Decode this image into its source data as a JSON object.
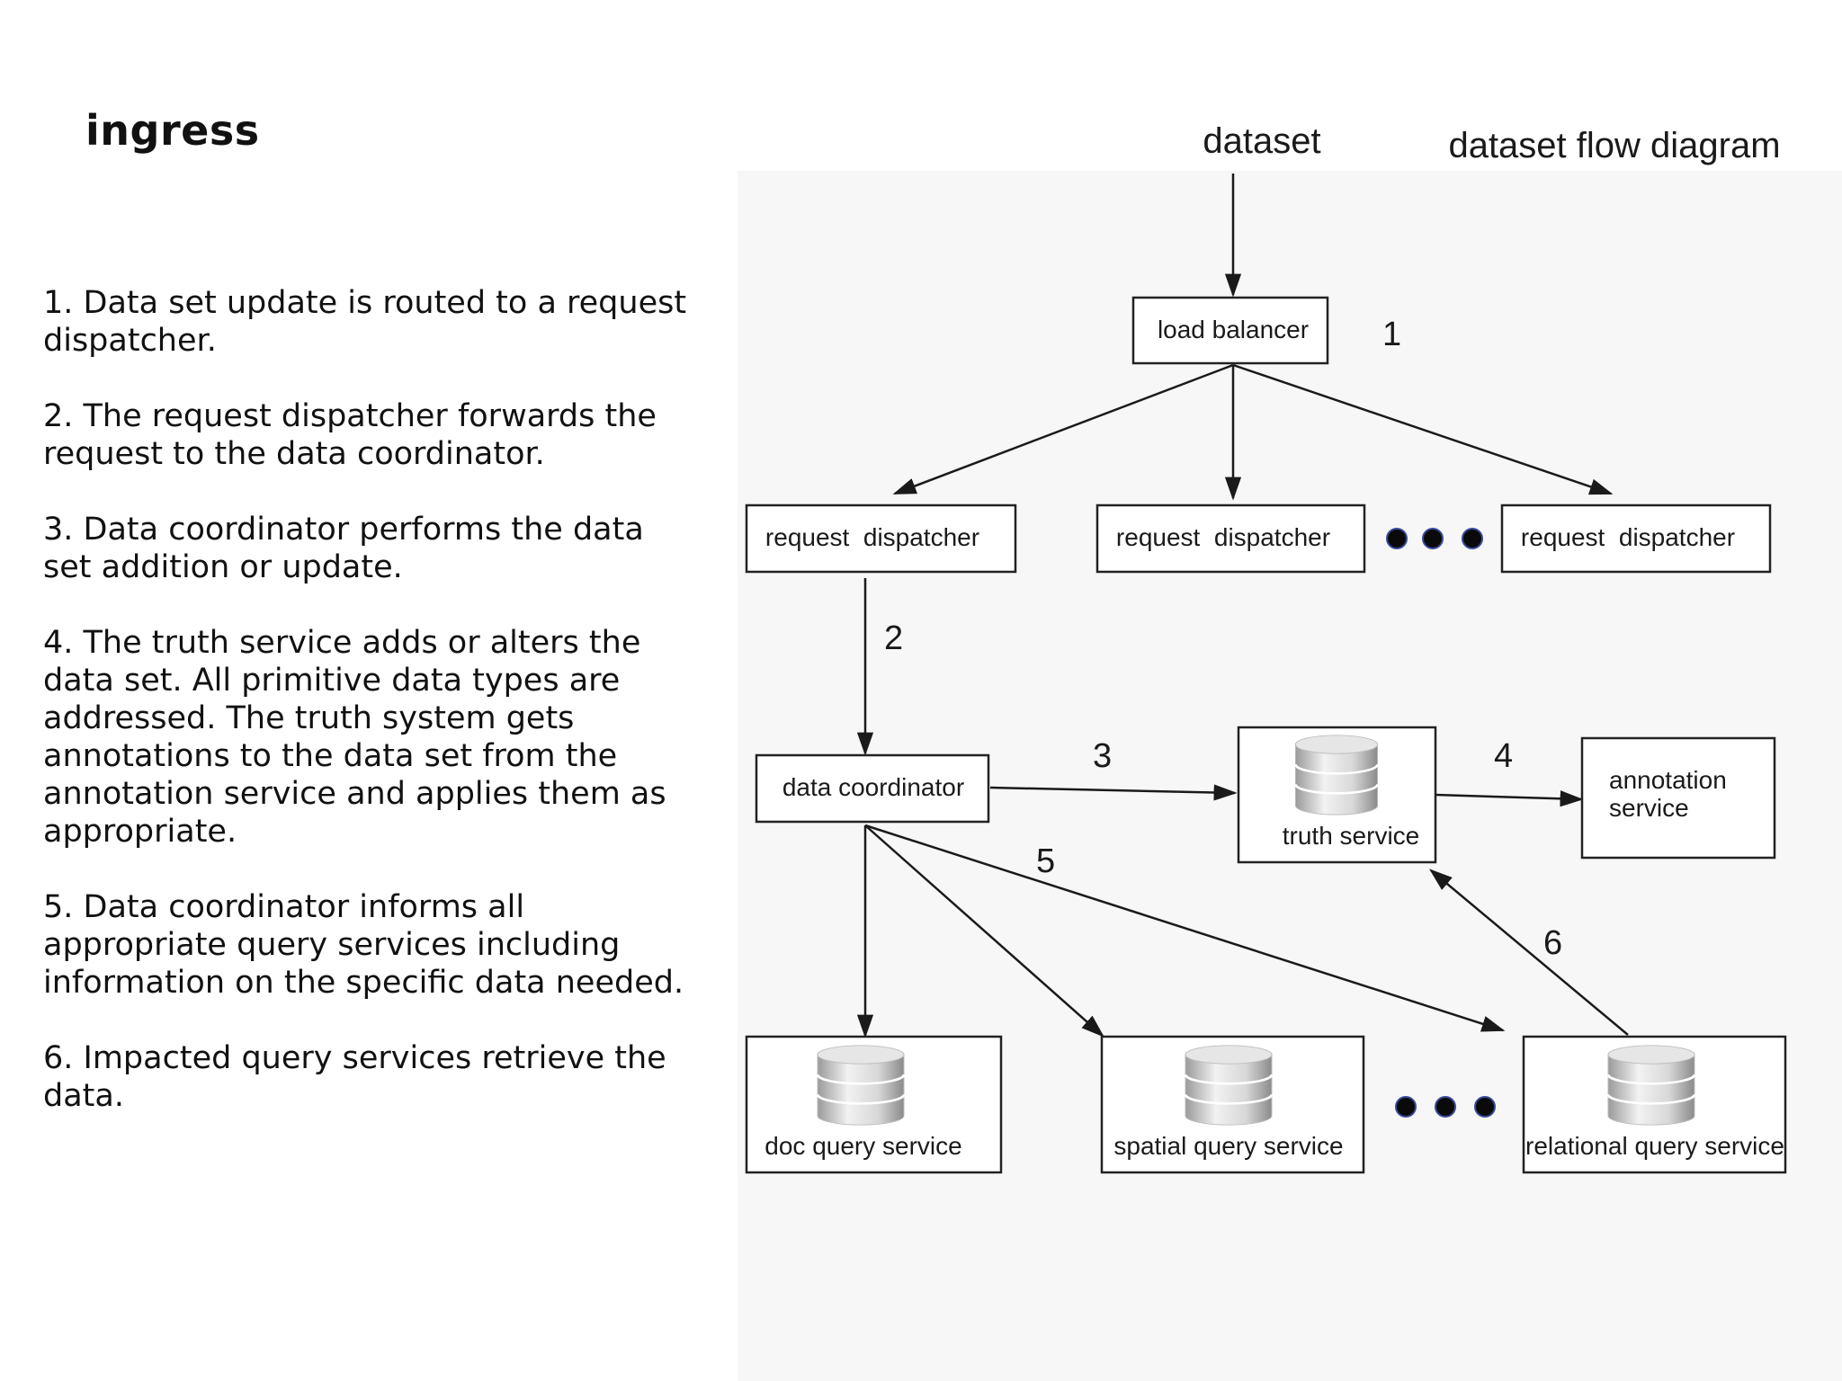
{
  "slide": {
    "title": "ingress",
    "steps": [
      "1. Data set update is routed to a request dispatcher.",
      "2. The request dispatcher forwards the request to the data coordinator.",
      "3. Data coordinator performs the data set addition or update.",
      "4. The truth service adds or alters the data set. All primitive data types are addressed. The truth system gets annotations to the data set from the annotation service and applies them as appropriate.",
      "5. Data coordinator informs all appropriate query services including information on the specific data needed.",
      "6. Impacted query services retrieve the data."
    ]
  },
  "diagram": {
    "title": "dataset flow diagram",
    "source_label": "dataset",
    "nodes": {
      "load_balancer": "load balancer",
      "request_dispatcher_1": "request  dispatcher",
      "request_dispatcher_2": "request  dispatcher",
      "request_dispatcher_3": "request  dispatcher",
      "data_coordinator": "data coordinator",
      "truth_service": "truth service",
      "annotation_service_line1": "annotation",
      "annotation_service_line2": "service",
      "doc_query_service": "doc query service",
      "spatial_query_service": "spatial query service",
      "relational_query_service": "relational query service"
    },
    "step_markers": [
      "1",
      "2",
      "3",
      "4",
      "5",
      "6"
    ],
    "edges": [
      {
        "from": "dataset",
        "to": "load balancer"
      },
      {
        "from": "load balancer",
        "to": "request dispatcher"
      },
      {
        "from": "load balancer",
        "to": "request dispatcher"
      },
      {
        "from": "load balancer",
        "to": "request dispatcher"
      },
      {
        "from": "request dispatcher",
        "to": "data coordinator",
        "step": "2"
      },
      {
        "from": "data coordinator",
        "to": "truth service",
        "step": "3"
      },
      {
        "from": "truth service",
        "to": "annotation service",
        "step": "4"
      },
      {
        "from": "data coordinator",
        "to": "doc query service",
        "step": "5"
      },
      {
        "from": "data coordinator",
        "to": "spatial query service",
        "step": "5"
      },
      {
        "from": "data coordinator",
        "to": "relational query service",
        "step": "5"
      },
      {
        "from": "relational query service",
        "to": "truth service",
        "step": "6"
      }
    ],
    "icons": [
      "database-icon"
    ],
    "colors": {
      "ellipsis_dot": "#0a0a0a",
      "ellipsis_ring": "#3a4a9a",
      "diagram_background": "#f7f7f7"
    }
  }
}
